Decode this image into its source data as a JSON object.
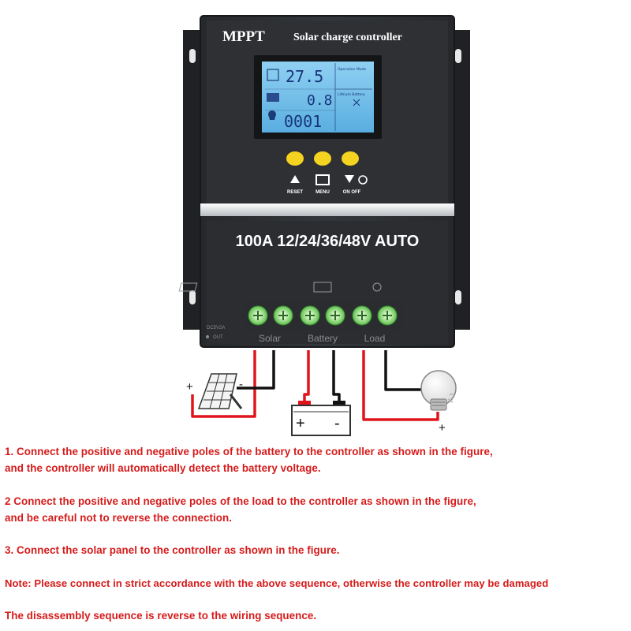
{
  "device": {
    "brand": "MPPT",
    "product": "Solar charge controller",
    "model": "100A 12/24/36/48V AUTO",
    "lcd": {
      "reading_1": "27.5",
      "reading_2": "0.8",
      "reading_3": "0001",
      "panel_label_1": "Operation Mode",
      "panel_label_2": "Lithium Battery"
    },
    "buttons": [
      {
        "label": "RESET",
        "icon": "up-triangle-icon"
      },
      {
        "label": "MENU",
        "icon": "menu-box-icon"
      },
      {
        "label": "ON OFF",
        "icon": "down-triangle-power-icon"
      }
    ],
    "usb_label_1": "DC5V2A",
    "usb_label_2": "OUT",
    "terminal_groups": [
      "Solar",
      "Battery",
      "Load"
    ]
  },
  "wiring": {
    "solar_plus": "+",
    "solar_minus": "-",
    "battery_plus": "+",
    "battery_minus": "-",
    "load_plus": "+",
    "colors": {
      "positive": "#e0141c",
      "negative": "#111111",
      "text": "#d61b1b",
      "case": "#2c2e31"
    }
  },
  "instructions": {
    "step1_line1": "1. Connect the positive and negative poles of the battery to the controller as shown in the figure,",
    "step1_line2": "and the controller will automatically detect the battery voltage.",
    "step2_line1": "2 Connect the positive and negative poles of the load to the controller as shown in the figure,",
    "step2_line2": "and be careful not to reverse the connection.",
    "step3": "3. Connect the solar panel to the controller as shown in the figure.",
    "note": "Note: Please connect in strict accordance with the above sequence, otherwise the controller may be damaged",
    "disassembly": "The disassembly sequence is reverse to the wiring sequence."
  }
}
